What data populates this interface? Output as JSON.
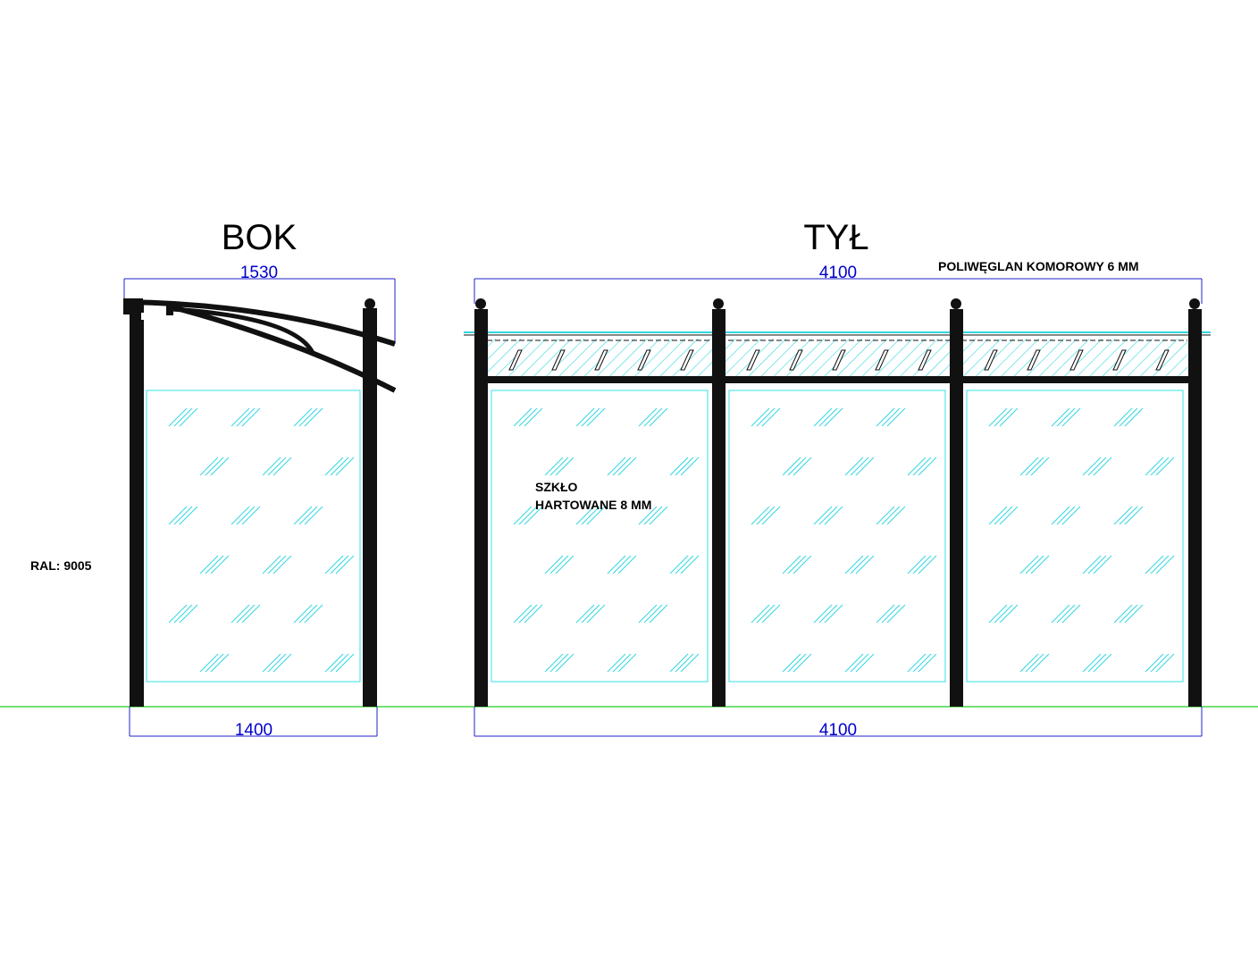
{
  "views": {
    "side": {
      "title": "BOK"
    },
    "back": {
      "title": "TYŁ"
    }
  },
  "dimensions": {
    "side_top": "1530",
    "side_bottom": "1400",
    "back_top": "4100",
    "back_bottom": "4100"
  },
  "notes": {
    "roof_material": "POLIWĘGLAN KOMOROWY 6 MM",
    "glass_line1": "SZKŁO",
    "glass_line2": "HARTOWANE 8 MM",
    "color": "RAL: 9005"
  },
  "colors": {
    "frame": "#111111",
    "glass": "#33e0e8",
    "dimension": "#0000cc",
    "ground": "#22cc22"
  }
}
